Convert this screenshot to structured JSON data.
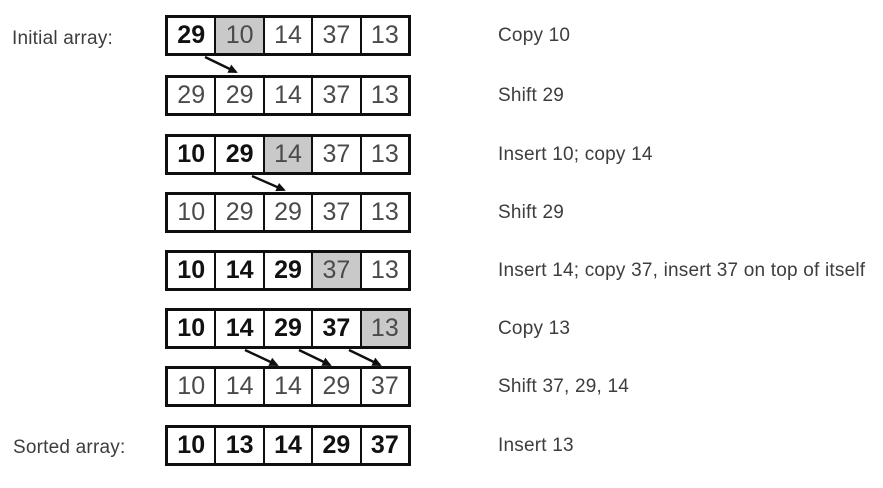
{
  "diagram": {
    "initial_label": "Initial array:",
    "sorted_label": "Sorted array:",
    "rows": [
      {
        "cells": [
          "29",
          "10",
          "14",
          "37",
          "13"
        ],
        "bold": [
          0
        ],
        "highlighted": [
          1
        ],
        "caption": "Copy 10"
      },
      {
        "cells": [
          "29",
          "29",
          "14",
          "37",
          "13"
        ],
        "bold": [],
        "highlighted": [],
        "caption": "Shift 29"
      },
      {
        "cells": [
          "10",
          "29",
          "14",
          "37",
          "13"
        ],
        "bold": [
          0,
          1
        ],
        "highlighted": [
          2
        ],
        "caption": "Insert 10; copy 14"
      },
      {
        "cells": [
          "10",
          "29",
          "29",
          "37",
          "13"
        ],
        "bold": [],
        "highlighted": [],
        "caption": "Shift 29"
      },
      {
        "cells": [
          "10",
          "14",
          "29",
          "37",
          "13"
        ],
        "bold": [
          0,
          1,
          2
        ],
        "highlighted": [
          3
        ],
        "caption": "Insert 14; copy 37, insert 37 on top of itself"
      },
      {
        "cells": [
          "10",
          "14",
          "29",
          "37",
          "13"
        ],
        "bold": [
          0,
          1,
          2,
          3
        ],
        "highlighted": [
          4
        ],
        "caption": "Copy 13"
      },
      {
        "cells": [
          "10",
          "14",
          "14",
          "29",
          "37"
        ],
        "bold": [],
        "highlighted": [],
        "caption": "Shift 37, 29, 14"
      },
      {
        "cells": [
          "10",
          "13",
          "14",
          "29",
          "37"
        ],
        "bold": [
          0,
          1,
          2,
          3,
          4
        ],
        "highlighted": [],
        "caption": "Insert 13"
      }
    ],
    "colors": {
      "highlight": "#c9c9c9",
      "border": "#0f0f0f",
      "regular_text": "#4a4a4a",
      "bold_text": "#111111",
      "label_text": "#3d3d3d"
    }
  }
}
